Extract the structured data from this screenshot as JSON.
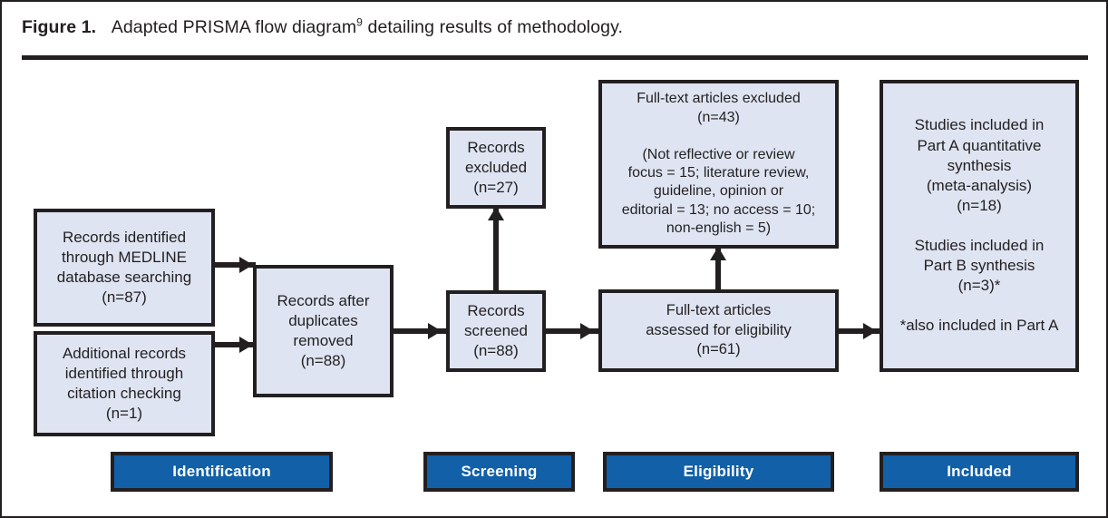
{
  "caption": {
    "label": "Figure 1.",
    "text": "Adapted PRISMA flow diagram",
    "superscript": "9",
    "text_tail": " detailing results of methodology."
  },
  "colors": {
    "box_fill": "#dee4f2",
    "box_border": "#231f20",
    "stage_bar": "#1160a8",
    "stage_bar_text": "#ffffff",
    "frame_border": "#231f20",
    "text": "#231f20"
  },
  "boxes": {
    "records_identified": "Records identified\nthrough MEDLINE\ndatabase searching\n(n=87)",
    "additional_records": "Additional records\nidentified through\ncitation checking\n(n=1)",
    "records_after_duplicates": "Records after\nduplicates\nremoved\n(n=88)",
    "records_excluded": "Records\nexcluded\n(n=27)",
    "records_screened": "Records\nscreened\n(n=88)",
    "fulltext_excluded": "Full-text articles excluded\n(n=43)\n\n(Not reflective or review\nfocus = 15; literature review,\nguideline, opinion or\neditorial = 13; no access = 10;\nnon-english = 5)",
    "fulltext_assessed": "Full-text articles\nassessed for eligibility\n(n=61)",
    "included_studies": "Studies included in\nPart A quantitative\nsynthesis\n(meta-analysis)\n(n=18)\n\nStudies included in\nPart B synthesis\n(n=3)*\n\n*also included in Part A"
  },
  "stages": {
    "identification": "Identification",
    "screening": "Screening",
    "eligibility": "Eligibility",
    "included": "Included"
  },
  "flow_data": {
    "type": "diagram",
    "records_identified_medline": 87,
    "additional_records_citation": 1,
    "records_after_duplicates_removed": 88,
    "records_screened": 88,
    "records_excluded": 27,
    "fulltext_assessed_for_eligibility": 61,
    "fulltext_excluded": 43,
    "exclusion_reasons": [
      {
        "reason": "Not reflective or review focus",
        "n": 15
      },
      {
        "reason": "literature review, guideline, opinion or editorial",
        "n": 13
      },
      {
        "reason": "no access",
        "n": 10
      },
      {
        "reason": "non-english",
        "n": 5
      }
    ],
    "included_part_a_meta_analysis": 18,
    "included_part_b_synthesis": 3,
    "footnote": "*also included in Part A"
  }
}
